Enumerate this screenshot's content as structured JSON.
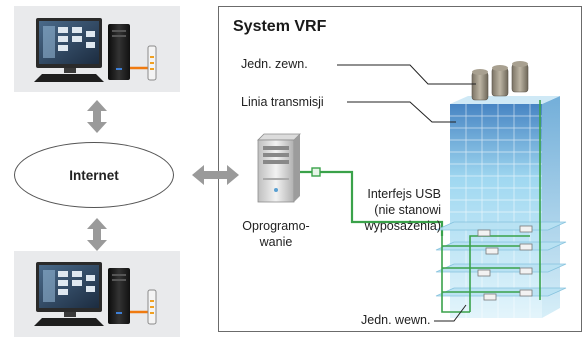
{
  "diagram": {
    "title": "System VRF",
    "internet_label": "Internet",
    "labels": {
      "outdoor_unit": "Jedn. zewn.",
      "transmission_line": "Linia transmisji",
      "usb_interface_l1": "Interfejs USB",
      "usb_interface_l2": "(nie stanowi",
      "usb_interface_l3": "wyposażenia)",
      "software_l1": "Oprogramo-",
      "software_l2": "wanie",
      "indoor_unit": "Jedn. wewn."
    }
  },
  "colors": {
    "panel_bg": "#e9eaec",
    "arrow_gray": "#9a9a9a",
    "usb_green": "#3aa24a",
    "building_blue": "#8fd4ee",
    "modem_orange": "#f07a10"
  },
  "icons": [
    "computer-icon",
    "server-icon",
    "building-icon",
    "outdoor-unit-icon",
    "double-arrow-icon"
  ]
}
